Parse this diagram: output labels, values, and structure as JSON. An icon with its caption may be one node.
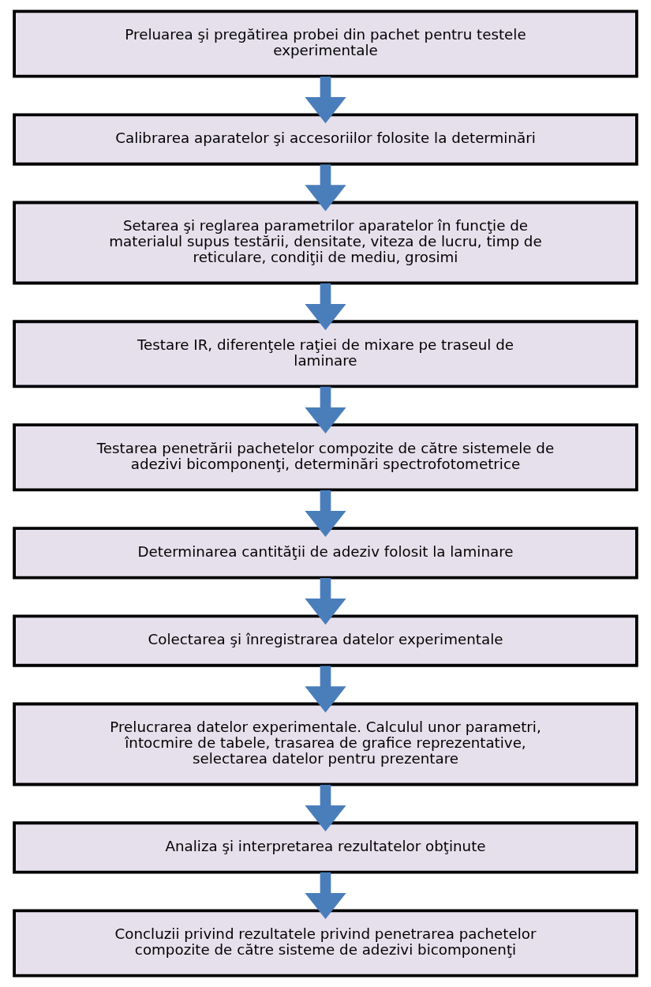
{
  "diagram": {
    "nodes": [
      {
        "text": [
          "Preluarea şi pregătirea probei din pachet pentru testele experimentale"
        ]
      },
      {
        "text": [
          "Calibrarea aparatelor şi accesoriilor folosite la determinări"
        ]
      },
      {
        "text": [
          "Setarea şi reglarea parametrilor aparatelor în funcţie de materialul supus testării, densitate, viteza de lucru, timp de reticulare, condiţii de mediu, grosimi"
        ]
      },
      {
        "text": [
          "Testare IR, diferenţele raţiei de mixare pe traseul de laminare"
        ]
      },
      {
        "text": [
          "Testarea penetrării pachetelor compozite de către sistemele de adezivi bicomponenţi, determinări spectrofotometrice"
        ]
      },
      {
        "text": [
          "Determinarea cantităţii de adeziv folosit la laminare"
        ]
      },
      {
        "text": [
          "Colectarea şi înregistrarea datelor experimentale"
        ]
      },
      {
        "text": [
          "Prelucrarea datelor experimentale. Calculul unor parametri, întocmire de tabele, trasarea de grafice reprezentative, selectarea datelor pentru prezentare"
        ]
      },
      {
        "text": [
          "Analiza şi interpretarea rezultatelor obţinute"
        ]
      },
      {
        "text": [
          "Concluzii privind rezultatele privind penetrarea pachetelor compozite de către sisteme de adezivi bicomponenţi"
        ]
      }
    ],
    "edges": [
      {
        "from": 0,
        "to": 1,
        "arrow": "to"
      },
      {
        "from": 1,
        "to": 2,
        "arrow": "to"
      },
      {
        "from": 2,
        "to": 3,
        "arrow": "to"
      },
      {
        "from": 3,
        "to": 4,
        "arrow": "to"
      },
      {
        "from": 4,
        "to": 5,
        "arrow": "to"
      },
      {
        "from": 5,
        "to": 6,
        "arrow": "to"
      },
      {
        "from": 6,
        "to": 7,
        "arrow": "to"
      },
      {
        "from": 7,
        "to": 8,
        "arrow": "to"
      },
      {
        "from": 8,
        "to": 9,
        "arrow": "to"
      }
    ]
  }
}
